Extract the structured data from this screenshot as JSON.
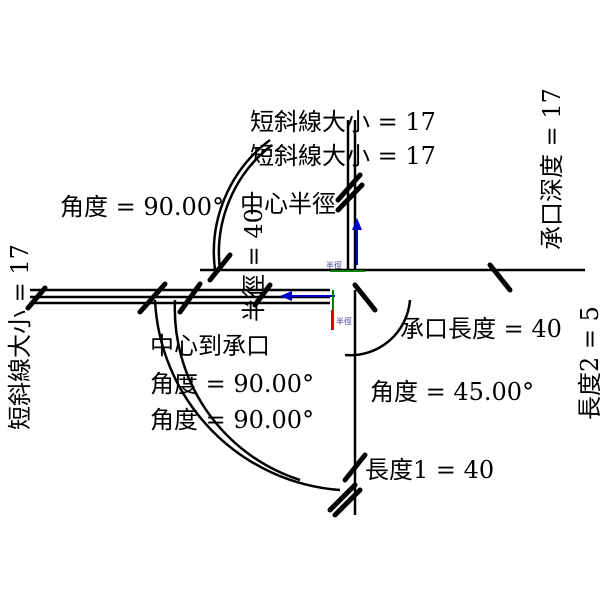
{
  "drawing": {
    "labels": {
      "tick_size_top1": "短斜線大小 = 17",
      "tick_size_top2": "短斜線大小 = 17",
      "tick_size_left": "短斜線大小 = 17",
      "angle_top": "角度 = 90.00°",
      "angle_bottom1": "角度 = 90.00°",
      "angle_bottom2": "角度 = 90.00°",
      "angle_right": "角度 = 45.00°",
      "radius": "半徑 = 40",
      "center_radius": "中心半徑",
      "center_to_socket": "中心到承口",
      "socket_depth": "承口深度 = 17",
      "socket_length": "承口長度 = 40",
      "length1": "長度1 = 40",
      "length2": "長度2 = 5",
      "handle_radius_1": "半徑",
      "handle_radius_2": "半徑"
    },
    "colors": {
      "axis_x": "#0000cc",
      "axis_y": "#008000",
      "axis_z": "#cc0000"
    }
  }
}
